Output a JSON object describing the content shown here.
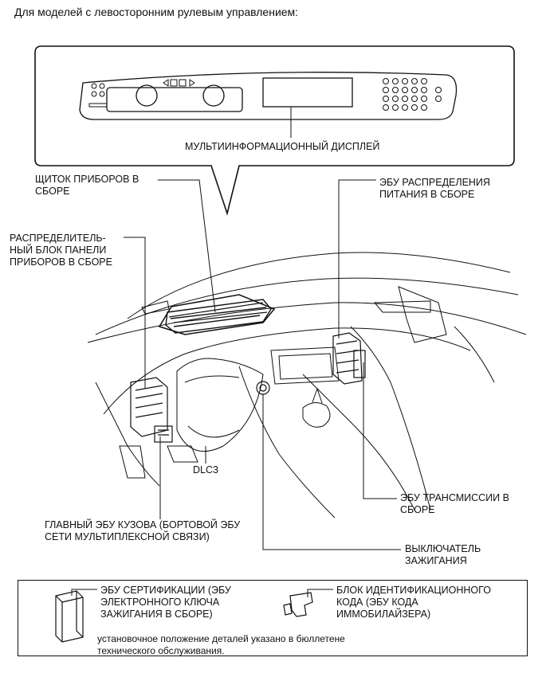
{
  "header": "Для моделей с левосторонним рулевым управлением:",
  "callouts": {
    "multi_display": "МУЛЬТИИНФОРМАЦИОННЫЙ ДИСПЛЕЙ",
    "instrument_panel": "ЩИТОК ПРИБОРОВ В\nСБОРЕ",
    "power_ecu": "ЭБУ РАСПРЕДЕЛЕНИЯ\nПИТАНИЯ В СБОРЕ",
    "junction_block": "РАСПРЕДЕЛИТЕЛЬ-\nНЫЙ БЛОК ПАНЕЛИ\nПРИБОРОВ В СБОРЕ",
    "dlc3": "DLC3",
    "transmission_ecu": "ЭБУ ТРАНСМИССИИ В\nСБОРЕ",
    "main_body_ecu": "ГЛАВНЫЙ ЭБУ КУЗОВА (БОРТОВОЙ ЭБУ\nСЕТИ МУЛЬТИПЛЕКСНОЙ СВЯЗИ)",
    "ignition_switch": "ВЫКЛЮЧАТЕЛЬ\nЗАЖИГАНИЯ"
  },
  "legend": {
    "certification_ecu": "ЭБУ СЕРТИФИКАЦИИ (ЭБУ\nЭЛЕКТРОННОГО КЛЮЧА\nЗАЖИГАНИЯ В СБОРЕ)",
    "immobilizer": "БЛОК ИДЕНТИФИКАЦИОННОГО\nКОДА (ЭБУ КОДА\nИММОБИЛАЙЗЕРА)",
    "note": "установочное положение деталей указано в бюллетене\nтехнического обслуживания."
  }
}
